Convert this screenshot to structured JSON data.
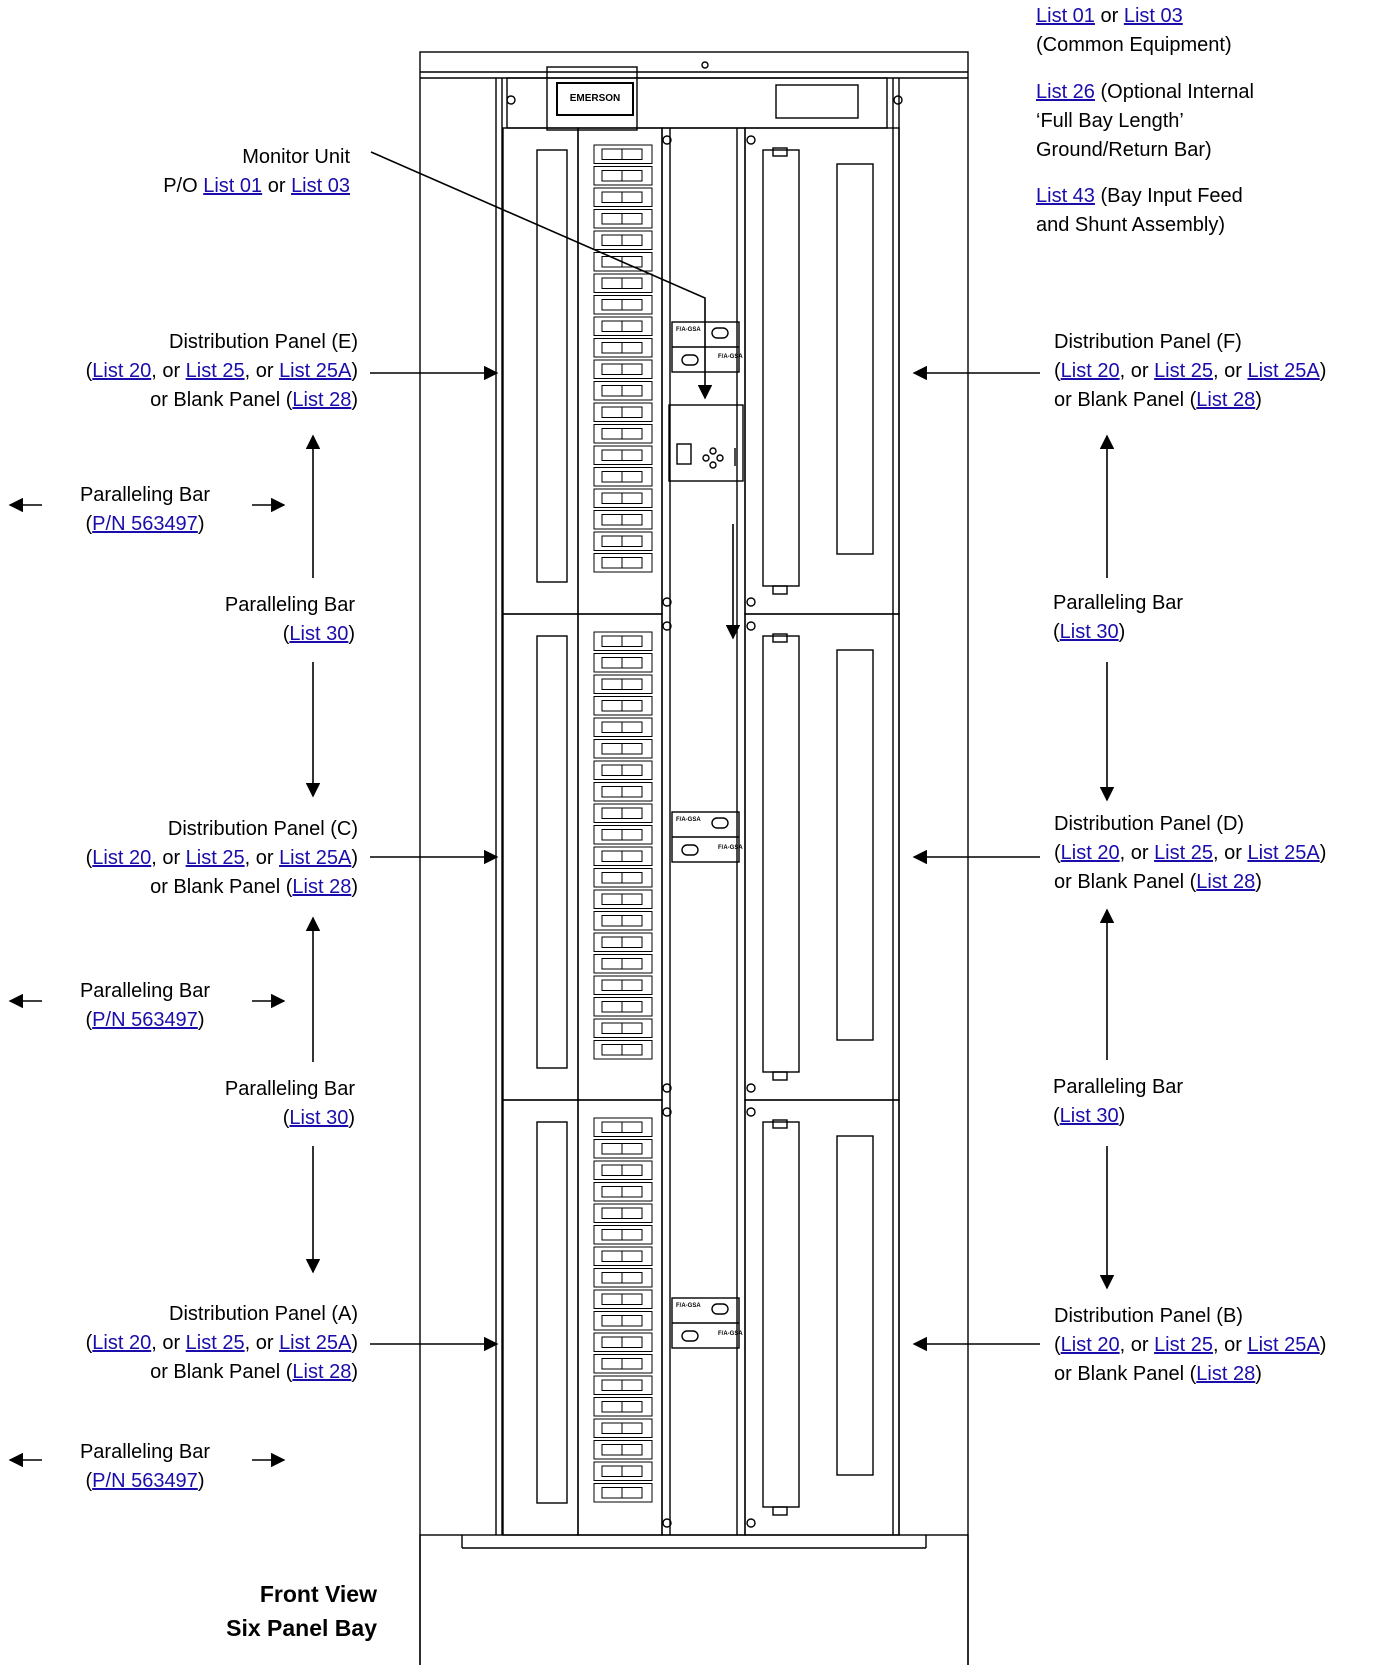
{
  "brand": "EMERSON",
  "view_title": {
    "line1": "Front View",
    "line2": "Six Panel Bay"
  },
  "breaker_label": "F/A-GSA",
  "links": {
    "list01": "List 01",
    "list03": "List 03",
    "list20": "List 20",
    "list25": "List 25",
    "list25a": "List 25A",
    "list26": "List 26",
    "list28": "List 28",
    "list30": "List 30",
    "list43": "List 43",
    "pn563497": "P/N 563497"
  },
  "text": {
    "or": " or ",
    "comma_or": ", or ",
    "open_paren": "(",
    "close_paren": ")",
    "common_equipment": "(Common Equipment)",
    "list26_desc1": " (Optional Internal",
    "list26_desc2": "‘Full Bay Length’",
    "list26_desc3": "Ground/Return Bar)",
    "list43_desc1": " (Bay Input Feed",
    "list43_desc2": "and Shunt Assembly)",
    "monitor_unit": "Monitor Unit",
    "po": "P/O ",
    "paralleling_bar": "Paralleling Bar",
    "or_blank_panel": "or Blank Panel (",
    "dist_A": "Distribution Panel (A)",
    "dist_B": "Distribution Panel (B)",
    "dist_C": "Distribution Panel (C)",
    "dist_D": "Distribution Panel (D)",
    "dist_E": "Distribution Panel (E)",
    "dist_F": "Distribution Panel (F)"
  }
}
